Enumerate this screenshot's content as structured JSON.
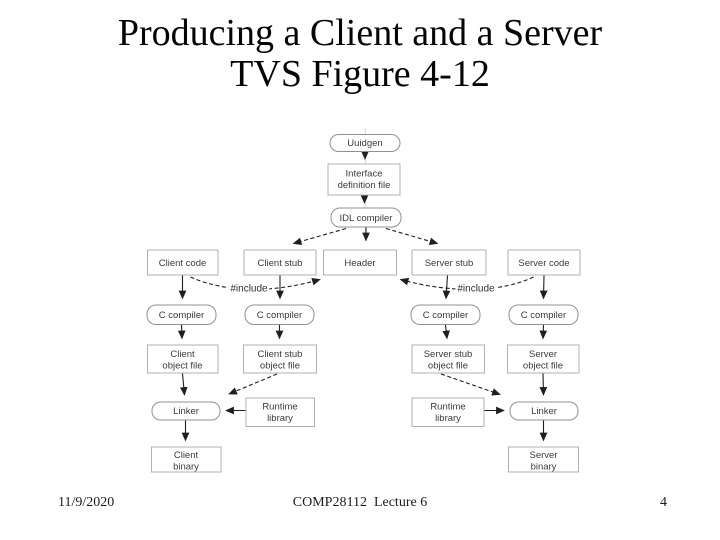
{
  "slide": {
    "title_line1": "Producing a Client and a Server",
    "title_line2": "TVS Figure 4-12",
    "footer": {
      "date": "11/9/2020",
      "course": "COMP28112  Lecture 6",
      "page": "4"
    }
  },
  "diagram": {
    "nodes": {
      "uuidgen": {
        "label": "Uuidgen"
      },
      "interface_file": {
        "lines": [
          "Interface",
          "definition file"
        ]
      },
      "idl_compiler": {
        "label": "IDL compiler"
      },
      "client_code": {
        "label": "Client code"
      },
      "client_stub": {
        "label": "Client stub"
      },
      "header": {
        "label": "Header"
      },
      "server_stub": {
        "label": "Server stub"
      },
      "server_code": {
        "label": "Server code"
      },
      "c_compiler_1": {
        "label": "C compiler"
      },
      "c_compiler_2": {
        "label": "C compiler"
      },
      "c_compiler_3": {
        "label": "C compiler"
      },
      "c_compiler_4": {
        "label": "C compiler"
      },
      "client_object": {
        "lines": [
          "Client",
          "object file"
        ]
      },
      "client_stub_object": {
        "lines": [
          "Client stub",
          "object file"
        ]
      },
      "server_stub_object": {
        "lines": [
          "Server stub",
          "object file"
        ]
      },
      "server_object": {
        "lines": [
          "Server",
          "object file"
        ]
      },
      "linker_left": {
        "label": "Linker"
      },
      "linker_right": {
        "label": "Linker"
      },
      "runtime_left": {
        "lines": [
          "Runtime",
          "library"
        ]
      },
      "runtime_right": {
        "lines": [
          "Runtime",
          "library"
        ]
      },
      "client_binary": {
        "lines": [
          "Client",
          "binary"
        ]
      },
      "server_binary": {
        "lines": [
          "Server",
          "binary"
        ]
      }
    },
    "edge_labels": {
      "include_left": "#include",
      "include_right": "#include"
    },
    "colors": {
      "file_border": "#b0b0b0",
      "process_border": "#919191",
      "arrow": "#1f1f1f",
      "text": "#3a3a3a",
      "background": "#ffffff"
    }
  }
}
